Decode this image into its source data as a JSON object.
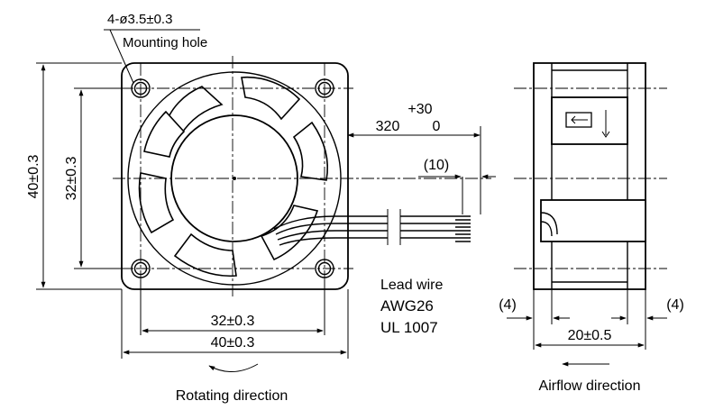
{
  "labels": {
    "mount_dim": "4-ø3.5±0.3",
    "mount_label": "Mounting hole",
    "height_outer": "40±0.3",
    "height_inner": "32±0.3",
    "width_inner": "32±0.3",
    "width_outer": "40±0.3",
    "lead_tol_upper": "+30",
    "lead_length": "320",
    "lead_tol_lower": "0",
    "strip_length": "(10)",
    "lead_wire_title": "Lead wire",
    "lead_wire_gauge": "AWG26",
    "lead_wire_spec": "UL 1007",
    "rotating_direction": "Rotating direction",
    "side_left_gap": "(4)",
    "side_right_gap": "(4)",
    "depth": "20±0.5",
    "airflow_direction": "Airflow direction"
  }
}
